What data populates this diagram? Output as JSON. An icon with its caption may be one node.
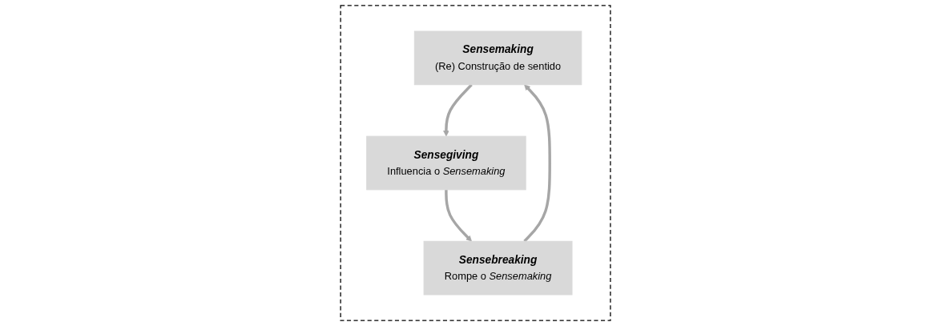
{
  "diagram": {
    "nodes": [
      {
        "text": [],
        "shape": "box"
      },
      {
        "text": [
          "Sensemaking",
          "(Re) Construção de sentido"
        ],
        "in": 0
      },
      {
        "text": [
          "Sensegiving",
          "Influencia o *Sensemaking*"
        ],
        "in": 0
      },
      {
        "text": [
          "Sensebreaking",
          "Rompe o *Sensemaking*"
        ],
        "in": 0
      }
    ],
    "edges": [
      {
        "from": 1,
        "to": 2,
        "arrow": "to"
      },
      {
        "from": 2,
        "to": 3,
        "arrow": "to"
      },
      {
        "from": 3,
        "to": 1,
        "arrow": "to"
      }
    ]
  }
}
